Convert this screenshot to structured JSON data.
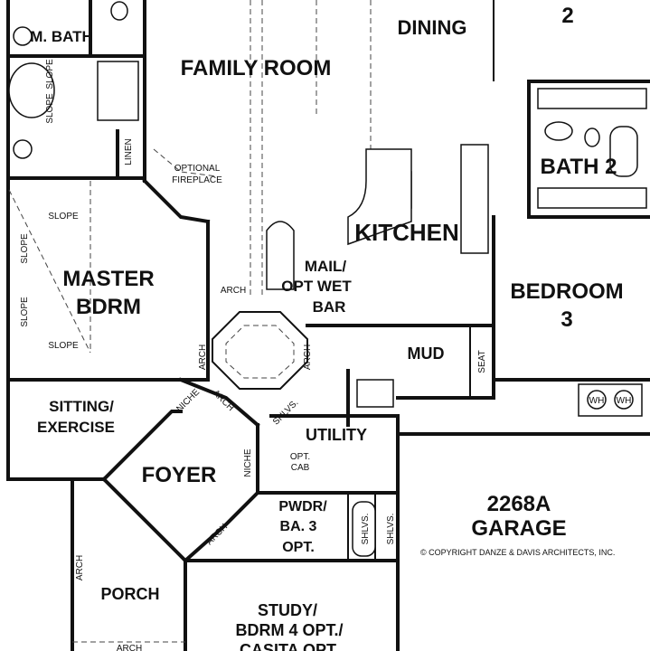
{
  "rooms": {
    "m_bath": "M. BATH",
    "family_room": "FAMILY ROOM",
    "dining": "DINING",
    "bedroom2_num": "2",
    "bath2": "BATH 2",
    "kitchen": "KITCHEN",
    "master_line1": "MASTER",
    "master_line2": "BDRM",
    "mail_line1": "MAIL/",
    "mail_line2": "OPT WET",
    "mail_line3": "BAR",
    "bedroom3_line1": "BEDROOM",
    "bedroom3_line2": "3",
    "mud": "MUD",
    "sitting_line1": "SITTING/",
    "sitting_line2": "EXERCISE",
    "utility": "UTILITY",
    "foyer": "FOYER",
    "pwdr_line1": "PWDR/",
    "pwdr_line2": "BA. 3",
    "pwdr_line3": "OPT.",
    "garage_line1": "2268A",
    "garage_line2": "GARAGE",
    "porch": "PORCH",
    "study_line1": "STUDY/",
    "study_line2": "BDRM 4 OPT./",
    "study_line3": "CASITA OPT."
  },
  "labels": {
    "slope": "SLOPE",
    "linen": "LINEN",
    "fireplace_line1": "OPTIONAL",
    "fireplace_line2": "FIREPLACE",
    "arch": "ARCH",
    "niche": "NICHE",
    "shlvs": "SHLVS.",
    "seat": "SEAT",
    "wh": "WH",
    "opt": "OPT.",
    "cab": "CAB"
  },
  "copyright": "© COPYRIGHT DANZE & DAVIS ARCHITECTS, INC."
}
